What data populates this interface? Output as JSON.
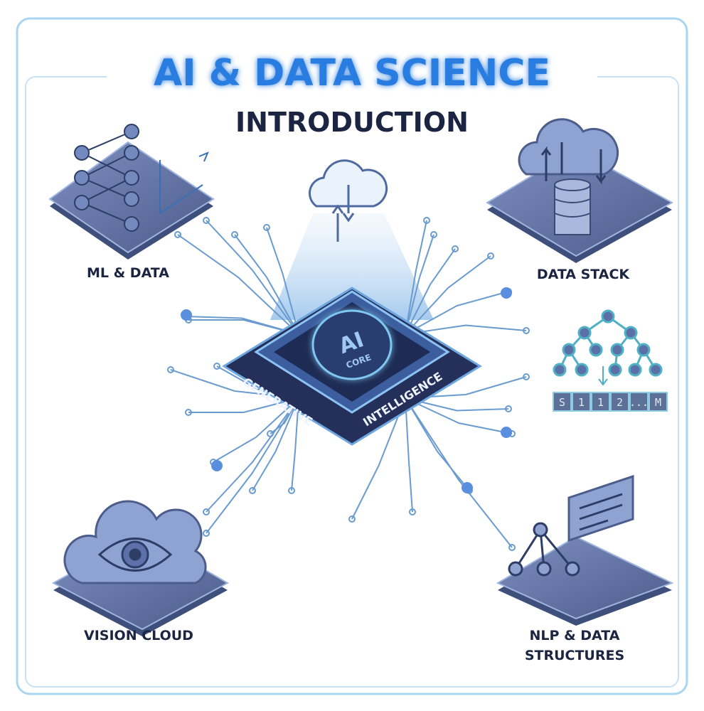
{
  "title": "AI & DATA SCIENCE",
  "subtitle": "INTRODUCTION",
  "chip": {
    "core_top": "AI",
    "core_bottom": "CORE",
    "left_label": "GENERATIVE",
    "right_label": "INTELLIGENCE"
  },
  "modules": {
    "ml_data": "ML & DATA",
    "data_stack": "DATA STACK",
    "vision_cloud": "VISION CLOUD",
    "nlp_line1": "NLP & DATA",
    "nlp_line2": "STRUCTURES"
  },
  "array_cells": [
    "S",
    "1",
    "1",
    "2",
    "...",
    "M"
  ],
  "colors": {
    "accent": "#2a7de0",
    "navy": "#1b2440",
    "platform": "#5d6f9c",
    "line": "#6a9bd0"
  }
}
